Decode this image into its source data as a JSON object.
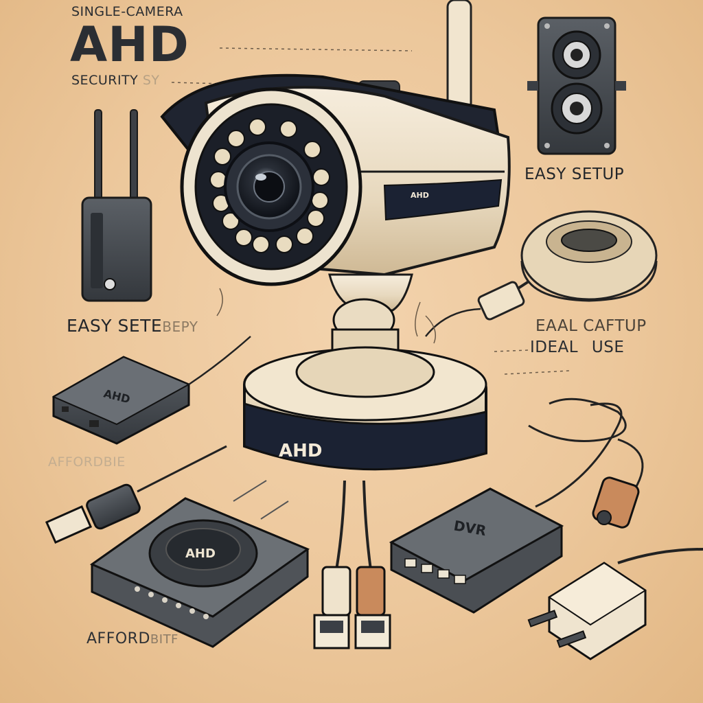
{
  "texts": {
    "subtitle": "SINGLE-CAMERA",
    "title": "AHD",
    "security": "SECURITY",
    "security_faint": "SY",
    "easy_setup_top": "EASY SETUP",
    "easy_left": "EASY SETE",
    "easy_left_faint": "BEPY",
    "easy_right": "EAAL CAFTUP",
    "ideal_use": "IDEAL USE",
    "afford_faint": "AFFORDBIE",
    "afford_main": "AFFORD",
    "afford_main_faint": "BITF"
  },
  "device_labels": {
    "base": "AHD",
    "dvr_left": "AHD",
    "router": "AHD",
    "dvr": "DVR",
    "camera_side": "AHD"
  },
  "colors": {
    "background": "#ecc79b",
    "ink": "#1f2226",
    "navy": "#1b2233",
    "cream": "#f4ead8",
    "metal": "#4d5156",
    "copper": "#c98a5c"
  },
  "icons": [
    "bullet-camera",
    "wifi-router",
    "wall-speaker",
    "cable-coil",
    "usb-plug",
    "ethernet-plug",
    "hdmi-box",
    "ahd-router",
    "dvr-box",
    "power-adapter",
    "rca-cable"
  ]
}
